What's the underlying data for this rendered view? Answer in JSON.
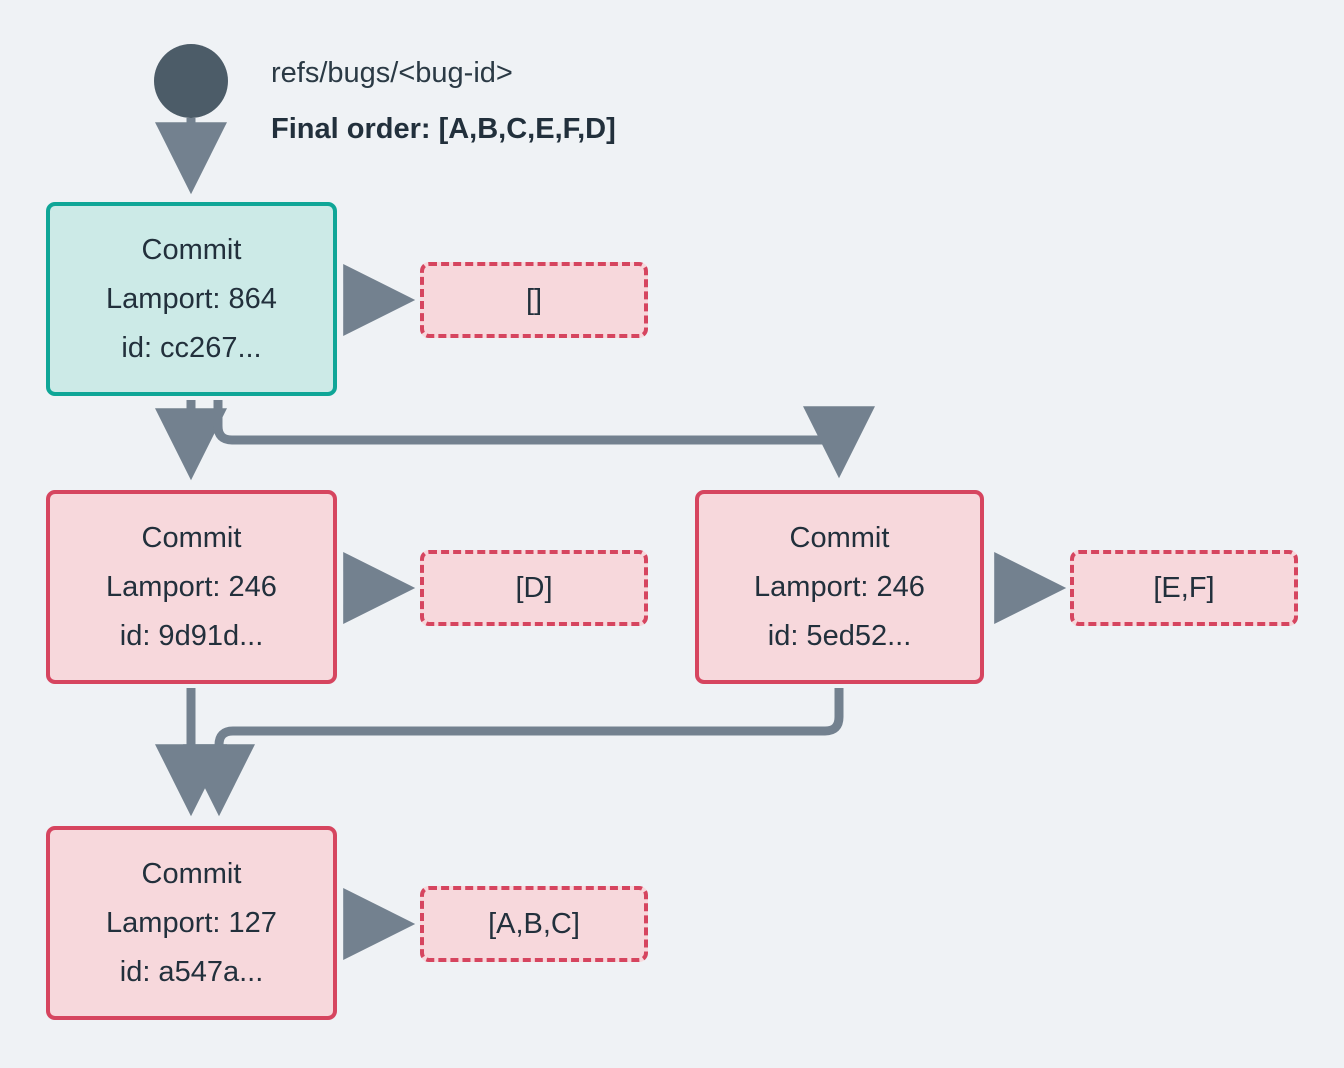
{
  "diagram": {
    "background_color": "#eff2f5",
    "accent_teal": "#0fa697",
    "accent_pink": "#d6455f",
    "edge_color": "#73818f",
    "root_circle_color": "#4c5c68",
    "text_color": "#22303c"
  },
  "root": {
    "icon": "filled-circle-node",
    "ref_label": "refs/bugs/<bug-id>",
    "final_order_label": "Final order: [A,B,C,E,F,D]"
  },
  "nodes": [
    {
      "id": "commit-cc267",
      "title": "Commit",
      "lamport": "Lamport: 864",
      "hash": "id: cc267...",
      "style": "teal",
      "ops_label": "[]"
    },
    {
      "id": "commit-9d91d",
      "title": "Commit",
      "lamport": "Lamport: 246",
      "hash": "id: 9d91d...",
      "style": "pink",
      "ops_label": "[D]"
    },
    {
      "id": "commit-5ed52",
      "title": "Commit",
      "lamport": "Lamport: 246",
      "hash": "id: 5ed52...",
      "style": "pink",
      "ops_label": "[E,F]"
    },
    {
      "id": "commit-a547a",
      "title": "Commit",
      "lamport": "Lamport: 127",
      "hash": "id: a547a...",
      "style": "pink",
      "ops_label": "[A,B,C]"
    }
  ]
}
